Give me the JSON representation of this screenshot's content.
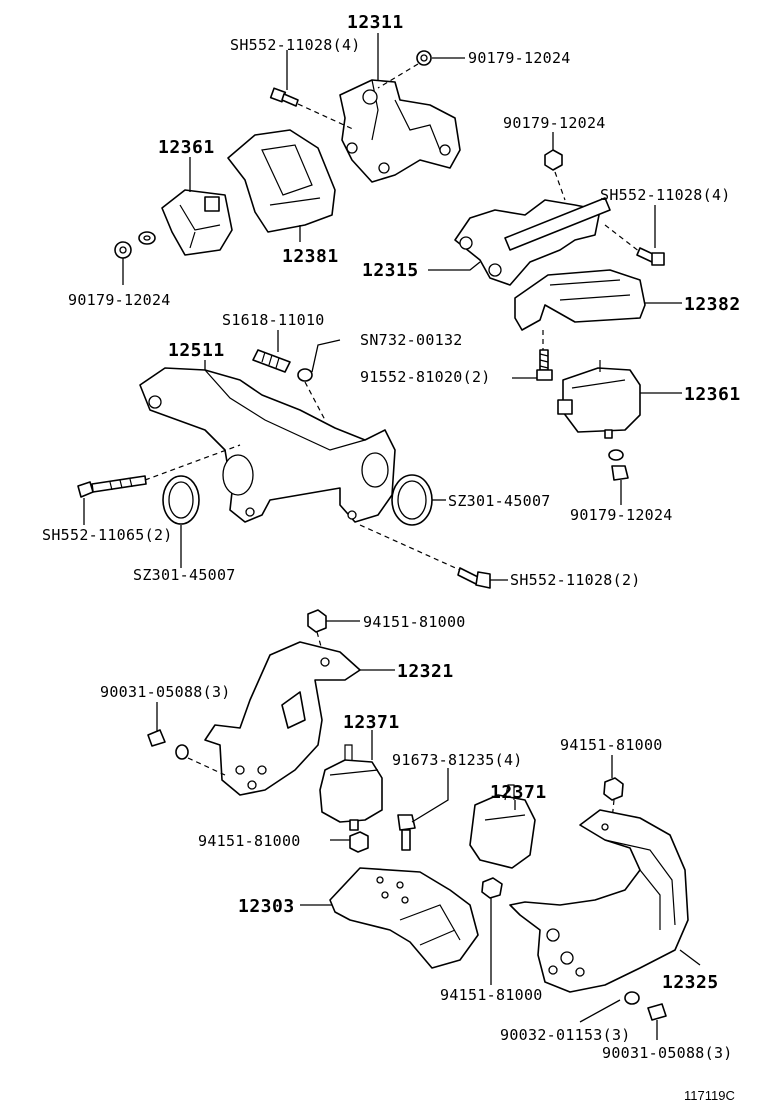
{
  "labels": {
    "p12311": "12311",
    "sh552_11028_4_top": "SH552-11028(4)",
    "n90179_top_left": "90179-12024",
    "p12361_left": "12361",
    "p12381": "12381",
    "n90179_left": "90179-12024",
    "n90179_right_top": "90179-12024",
    "sh552_11028_4_right": "SH552-11028(4)",
    "p12315": "12315",
    "p12382": "12382",
    "s1618": "S1618-11010",
    "sn732": "SN732-00132",
    "p12511": "12511",
    "n91552": "91552-81020(2)",
    "p12361_right": "12361",
    "n90179_right_bottom": "90179-12024",
    "sz301_right": "SZ301-45007",
    "sh552_11065": "SH552-11065(2)",
    "sz301_left": "SZ301-45007",
    "sh552_11028_2": "SH552-11028(2)",
    "n94151_top": "94151-81000",
    "p12321": "12321",
    "n90031_left": "90031-05088(3)",
    "p12371_a": "12371",
    "n91673": "91673-81235(4)",
    "n94151_right": "94151-81000",
    "n94151_mid": "94151-81000",
    "p12371_b": "12371",
    "p12303": "12303",
    "p12325": "12325",
    "n94151_bottom": "94151-81000",
    "n90032": "90032-01153(3)",
    "n90031_bottom": "90031-05088(3)"
  },
  "illustration_code": "117119C"
}
